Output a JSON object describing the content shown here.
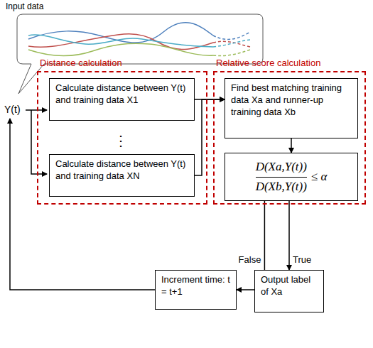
{
  "diagram": {
    "nodes": [
      {
        "text": [
          "Distance calculation"
        ]
      },
      {
        "text": [
          "Calculate distance between Y(t) and training data X1"
        ],
        "in": 0
      },
      {
        "text": [
          "Calculate distance between Y(t) and training data XN"
        ],
        "in": 0
      },
      {
        "text": [
          "Relative score calculation"
        ]
      },
      {
        "text": [
          "Find best matching training data Xa and runner-up training data Xb"
        ],
        "in": 3
      },
      {
        "text": [
          "D(Xa,Y(t))",
          "D(Xb,Y(t))",
          "≤ α"
        ],
        "in": 3
      },
      {
        "text": [
          "Increment time: t = t+1"
        ]
      },
      {
        "text": [
          "Output label of Xa"
        ]
      }
    ],
    "edges": [
      {
        "from": 1,
        "to": 4,
        "arrow": "to"
      },
      {
        "from": 2,
        "to": 4,
        "arrow": "to"
      },
      {
        "from": 4,
        "to": 5,
        "arrow": "to"
      },
      {
        "from": 5,
        "to": 6,
        "label": "False",
        "arrow": "to"
      },
      {
        "from": 5,
        "to": 7,
        "label": "True",
        "arrow": "to"
      }
    ],
    "labels": [
      "Input data",
      "Y(t)",
      "⋮"
    ]
  }
}
